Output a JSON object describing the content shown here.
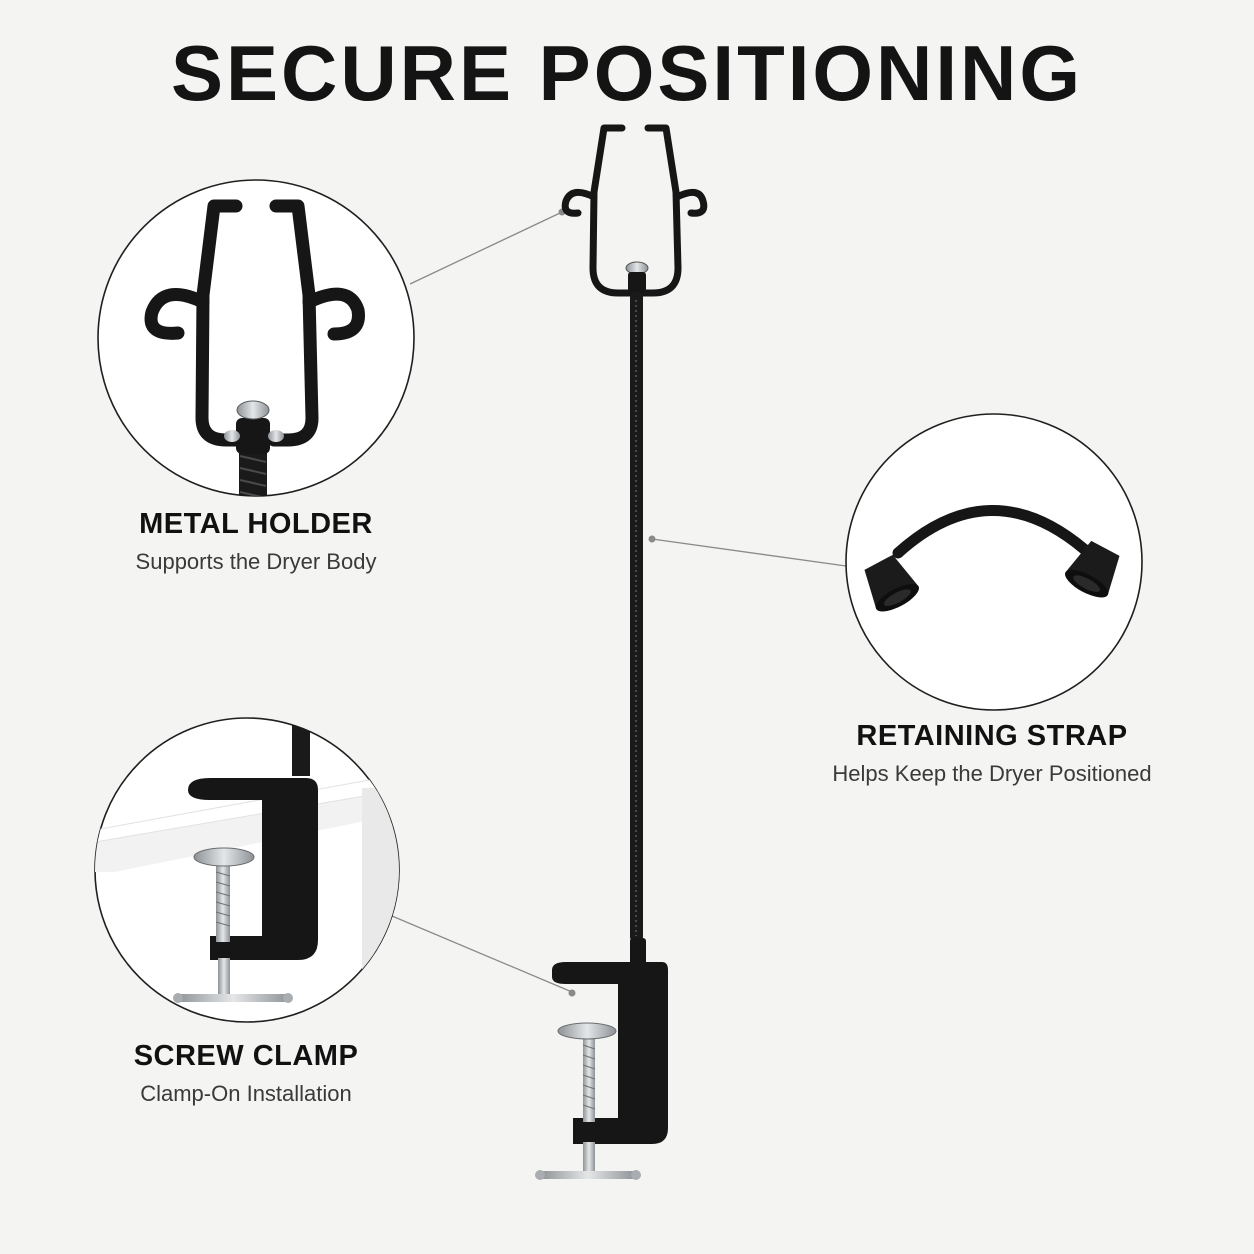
{
  "title": "SECURE POSITIONING",
  "features": {
    "holder": {
      "heading": "METAL HOLDER",
      "subheading": "Supports the Dryer Body",
      "icon": "metal-holder-icon"
    },
    "strap": {
      "heading": "RETAINING STRAP",
      "subheading": "Helps Keep the Dryer Positioned",
      "icon": "retaining-strap-icon"
    },
    "clamp": {
      "heading": "SCREW CLAMP",
      "subheading": "Clamp-On Installation",
      "icon": "screw-clamp-icon"
    }
  },
  "colors": {
    "background": "#f4f4f3",
    "product": "#141414",
    "metal": "#b9bcc0",
    "leader": "#8a8a8a"
  }
}
